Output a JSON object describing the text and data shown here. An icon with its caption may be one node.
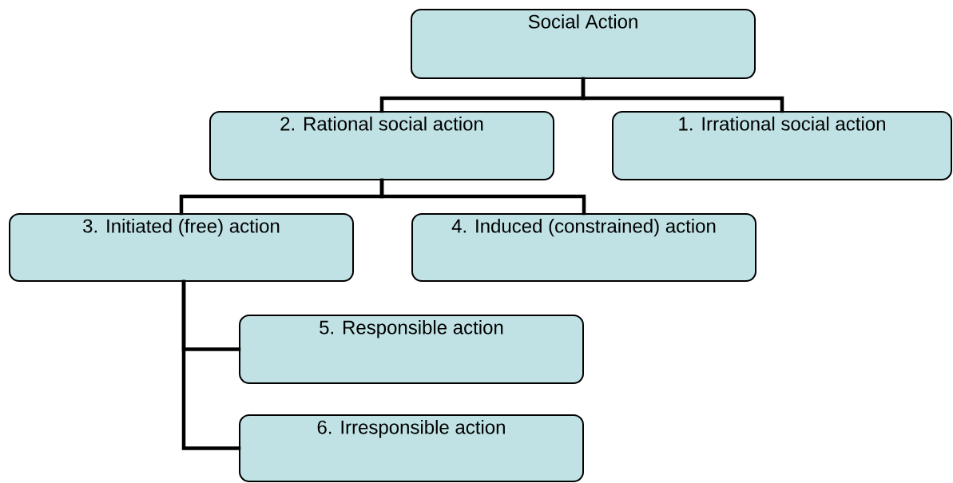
{
  "diagram": {
    "nodes": [
      {
        "text": [
          "Social Action"
        ]
      },
      {
        "text": [
          "2. Rational social action"
        ]
      },
      {
        "text": [
          "1. Irrational social action"
        ]
      },
      {
        "text": [
          "3. Initiated (free) action"
        ]
      },
      {
        "text": [
          "4. Induced (constrained) action"
        ]
      },
      {
        "text": [
          "5. Responsible action"
        ]
      },
      {
        "text": [
          "6. Irresponsible action"
        ]
      }
    ],
    "edges": [
      {
        "from": 0,
        "to": 1,
        "arrow": "none"
      },
      {
        "from": 0,
        "to": 2,
        "arrow": "none"
      },
      {
        "from": 1,
        "to": 3,
        "arrow": "none"
      },
      {
        "from": 1,
        "to": 4,
        "arrow": "none"
      },
      {
        "from": 3,
        "to": 5,
        "arrow": "none"
      },
      {
        "from": 3,
        "to": 6,
        "arrow": "none"
      }
    ]
  }
}
